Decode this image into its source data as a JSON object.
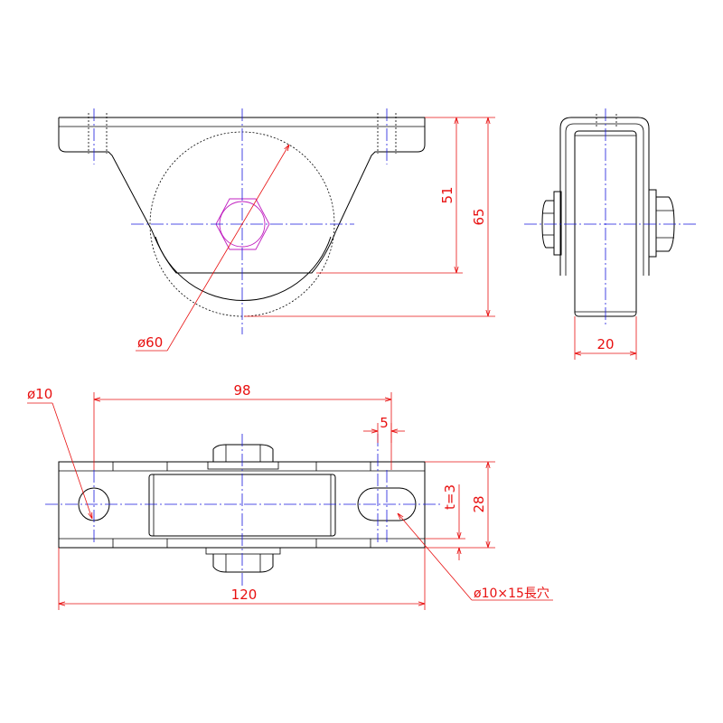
{
  "colors": {
    "outline": "#000000",
    "centerline": "#1a1adc",
    "dimension": "#e81010",
    "nut": "#c020c0",
    "background": "#ffffff"
  },
  "dimensions": {
    "wheel_diameter": "ø60",
    "height_axle": "51",
    "height_total": "65",
    "wheel_width": "20",
    "hole_diameter": "ø10",
    "hole_pitch": "98",
    "slot_width": "5",
    "plate_thickness": "t=3",
    "base_width": "28",
    "base_length": "120",
    "slot_hole": "ø10×15長穴"
  }
}
